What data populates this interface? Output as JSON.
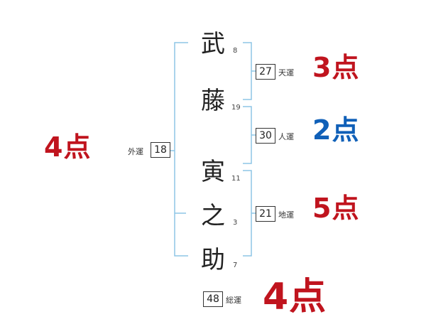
{
  "characters": [
    {
      "char": "武",
      "strokes": "8"
    },
    {
      "char": "藤",
      "strokes": "19"
    },
    {
      "char": "寅",
      "strokes": "11"
    },
    {
      "char": "之",
      "strokes": "3"
    },
    {
      "char": "助",
      "strokes": "7"
    }
  ],
  "fortunes": {
    "gaiun": {
      "label": "外運",
      "value": "18",
      "score": "4点"
    },
    "tenun": {
      "label": "天運",
      "value": "27",
      "score": "3点"
    },
    "jinun": {
      "label": "人運",
      "value": "30",
      "score": "2点"
    },
    "chiun": {
      "label": "地運",
      "value": "21",
      "score": "5点"
    },
    "souun": {
      "label": "総運",
      "value": "48",
      "score": "4点"
    }
  },
  "colors": {
    "red": "#c0141e",
    "blue": "#1060b8",
    "bracket": "#8ec5e6"
  }
}
